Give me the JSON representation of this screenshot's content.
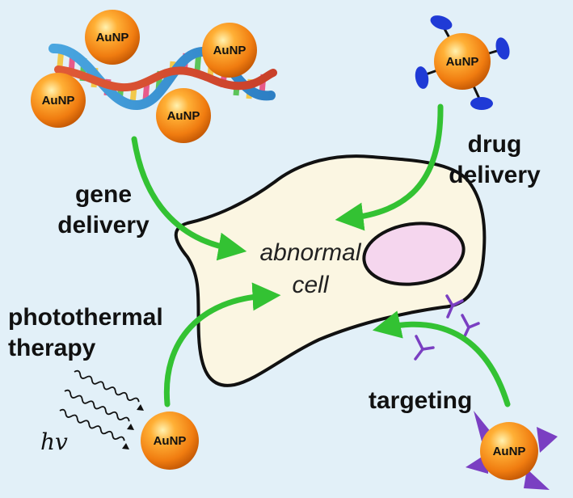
{
  "labels": {
    "gene_delivery_1": "gene",
    "gene_delivery_2": "delivery",
    "drug_delivery_1": "drug",
    "drug_delivery_2": "delivery",
    "photothermal_1": "photothermal",
    "photothermal_2": "therapy",
    "targeting": "targeting",
    "cell_1": "abnormal",
    "cell_2": "cell",
    "light": "hv"
  },
  "nanoparticle_label": "AuNP",
  "colors": {
    "background": "#e2f0f8",
    "cell_fill": "#fbf6e2",
    "nucleus_fill": "#f5d6ee",
    "arrow": "#33c233",
    "ligand_blue": "#1f3ad6",
    "antibody_purple": "#7a3fc2",
    "particle": "#f28a1a"
  }
}
